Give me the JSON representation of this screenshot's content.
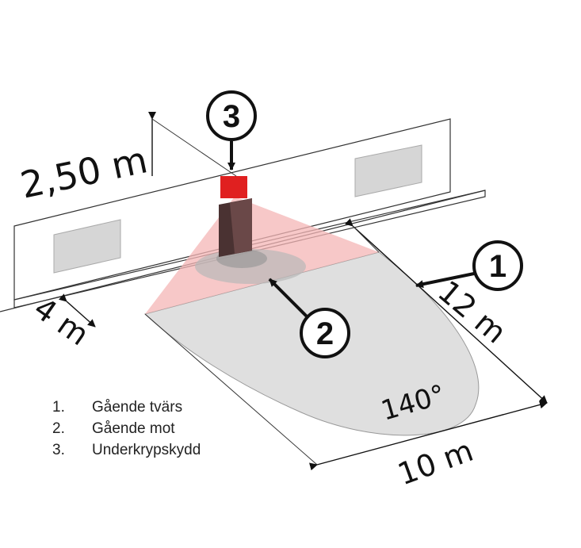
{
  "dimensions": {
    "height": "2,50 m",
    "width_near": "4 m",
    "range": "12 m",
    "width_far": "10 m",
    "angle": "140°"
  },
  "callouts": [
    {
      "number": "1"
    },
    {
      "number": "2"
    },
    {
      "number": "3"
    }
  ],
  "legend": [
    {
      "number": "1.",
      "label": "Gående tvärs"
    },
    {
      "number": "2.",
      "label": "Gående mot"
    },
    {
      "number": "3.",
      "label": "Underkrypskydd"
    }
  ],
  "colors": {
    "sensor_red": "#e02020",
    "cone_pink": "#f4b5b5",
    "detection_gray": "#d9d9d9",
    "column_dark": "#4a3232",
    "panel_gray": "#d6d6d6"
  }
}
